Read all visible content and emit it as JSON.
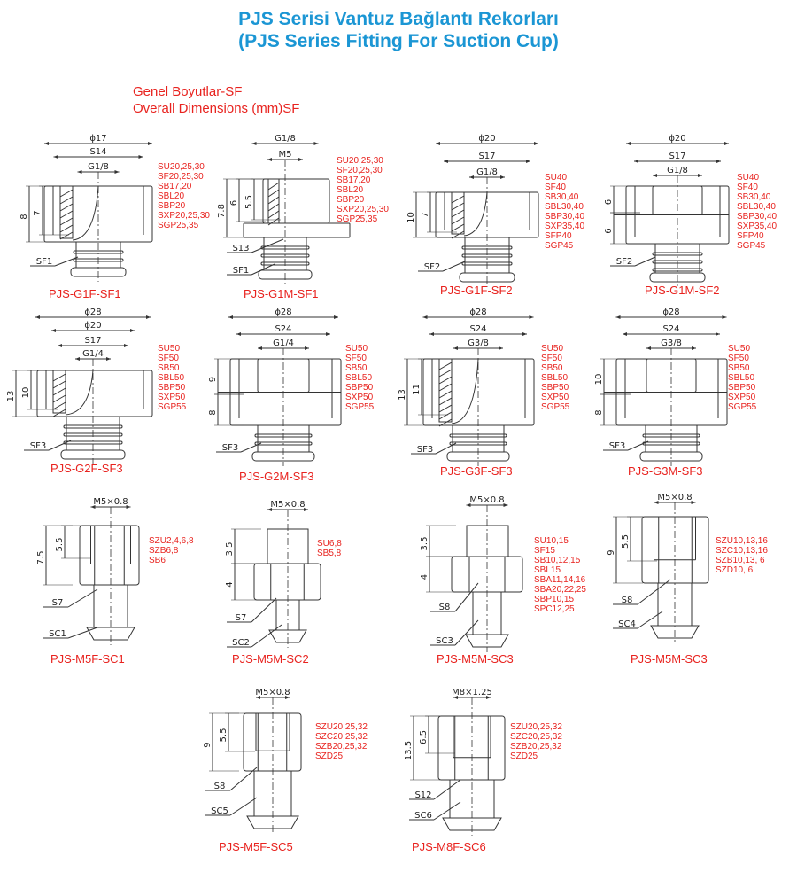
{
  "title": {
    "tr": "PJS Serisi Vantuz Bağlantı Rekorları",
    "en": "(PJS Series Fitting For Suction Cup)"
  },
  "section": {
    "tr": "Genel Boyutlar-SF",
    "en": "Overall Dimensions (mm)SF"
  },
  "colors": {
    "title": "#1b96d4",
    "red": "#e8231f",
    "line": "#333333"
  },
  "parts": [
    {
      "name": "PJS-G1F-SF1",
      "hdims": [
        "ϕ17",
        "S14",
        "G1/8"
      ],
      "vdims": [
        "8",
        "7"
      ],
      "callouts": [
        "SF1"
      ],
      "compat": [
        "SU20,25,30",
        "SF20,25,30",
        "SB17,20",
        "SBL20",
        "SBP20",
        "SXP20,25,30",
        "SGP25,35"
      ]
    },
    {
      "name": "PJS-G1M-SF1",
      "hdims": [
        "G1/8",
        "M5"
      ],
      "vdims": [
        "7.8",
        "6",
        "5.5"
      ],
      "callouts": [
        "S13",
        "SF1"
      ],
      "compat": [
        "SU20,25,30",
        "SF20,25,30",
        "SB17,20",
        "SBL20",
        "SBP20",
        "SXP20,25,30",
        "SGP25,35"
      ]
    },
    {
      "name": "PJS-G1F-SF2",
      "hdims": [
        "ϕ20",
        "S17",
        "G1/8"
      ],
      "vdims": [
        "10",
        "7"
      ],
      "callouts": [
        "SF2"
      ],
      "compat": [
        "SU40",
        "SF40",
        "SB30,40",
        "SBL30,40",
        "SBP30,40",
        "SXP35,40",
        "SFP40",
        "SGP45"
      ]
    },
    {
      "name": "PJS-G1M-SF2",
      "hdims": [
        "ϕ20",
        "S17",
        "G1/8"
      ],
      "vdims": [
        "6",
        "6"
      ],
      "callouts": [
        "SF2"
      ],
      "compat": [
        "SU40",
        "SF40",
        "SB30,40",
        "SBL30,40",
        "SBP30,40",
        "SXP35,40",
        "SFP40",
        "SGP45"
      ]
    },
    {
      "name": "PJS-G2F-SF3",
      "hdims": [
        "ϕ28",
        "ϕ20",
        "S17",
        "G1/4"
      ],
      "vdims": [
        "13",
        "10"
      ],
      "callouts": [
        "SF3"
      ],
      "compat": [
        "SU50",
        "SF50",
        "SB50",
        "SBL50",
        "SBP50",
        "SXP50",
        "SGP55"
      ]
    },
    {
      "name": "PJS-G2M-SF3",
      "hdims": [
        "ϕ28",
        "S24",
        "G1/4"
      ],
      "vdims": [
        "9",
        "8"
      ],
      "callouts": [
        "SF3"
      ],
      "compat": [
        "SU50",
        "SF50",
        "SB50",
        "SBL50",
        "SBP50",
        "SXP50",
        "SGP55"
      ]
    },
    {
      "name": "PJS-G3F-SF3",
      "hdims": [
        "ϕ28",
        "S24",
        "G3/8"
      ],
      "vdims": [
        "13",
        "11"
      ],
      "callouts": [
        "SF3"
      ],
      "compat": [
        "SU50",
        "SF50",
        "SB50",
        "SBL50",
        "SBP50",
        "SXP50",
        "SGP55"
      ]
    },
    {
      "name": "PJS-G3M-SF3",
      "hdims": [
        "ϕ28",
        "S24",
        "G3/8"
      ],
      "vdims": [
        "10",
        "8"
      ],
      "callouts": [
        "SF3"
      ],
      "compat": [
        "SU50",
        "SF50",
        "SB50",
        "SBL50",
        "SBP50",
        "SXP50",
        "SGP55"
      ]
    },
    {
      "name": "PJS-M5F-SC1",
      "hdims": [
        "M5×0.8"
      ],
      "vdims": [
        "7.5",
        "5.5"
      ],
      "callouts": [
        "S7",
        "SC1"
      ],
      "compat": [
        "SZU2,4,6,8",
        "SZB6,8",
        "SB6"
      ]
    },
    {
      "name": "PJS-M5M-SC2",
      "hdims": [
        "M5×0.8"
      ],
      "vdims": [
        "3.5",
        "4"
      ],
      "callouts": [
        "S7",
        "SC2"
      ],
      "compat": [
        "SU6,8",
        "SB5,8"
      ]
    },
    {
      "name": "PJS-M5M-SC3",
      "hdims": [
        "M5×0.8"
      ],
      "vdims": [
        "3.5",
        "4"
      ],
      "callouts": [
        "S8",
        "SC3"
      ],
      "compat": [
        "SU10,15",
        "SF15",
        "SB10,12,15",
        "SBL15",
        "SBA11,14,16",
        "SBA20,22,25",
        "SBP10,15",
        "SPC12,25"
      ]
    },
    {
      "name": "PJS-M5M-SC3",
      "hdims": [
        "M5×0.8"
      ],
      "vdims": [
        "9",
        "5.5"
      ],
      "callouts": [
        "S8",
        "SC4"
      ],
      "compat": [
        "SZU10,13,16",
        "SZC10,13,16",
        "SZB10,13, 6",
        "SZD10, 6"
      ]
    },
    {
      "name": "PJS-M5F-SC5",
      "hdims": [
        "M5×0.8"
      ],
      "vdims": [
        "9",
        "5.5"
      ],
      "callouts": [
        "S8",
        "SC5"
      ],
      "compat": [
        "SZU20,25,32",
        "SZC20,25,32",
        "SZB20,25,32",
        "SZD25"
      ]
    },
    {
      "name": "PJS-M8F-SC6",
      "hdims": [
        "M8×1.25"
      ],
      "vdims": [
        "13.5",
        "6.5"
      ],
      "callouts": [
        "S12",
        "SC6"
      ],
      "compat": [
        "SZU20,25,32",
        "SZC20,25,32",
        "SZB20,25,32",
        "SZD25"
      ]
    }
  ]
}
